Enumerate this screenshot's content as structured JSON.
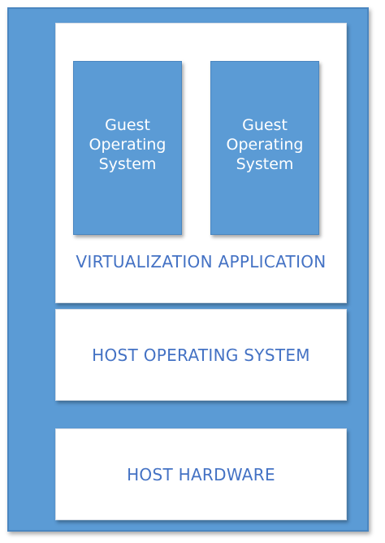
{
  "diagram": {
    "guests": [
      {
        "lines": [
          "Guest",
          "Operating",
          "System"
        ]
      },
      {
        "lines": [
          "Guest",
          "Operating",
          "System"
        ]
      }
    ],
    "virtualization_label": "VIRTUALIZATION APPLICATION",
    "host_os_label": "HOST OPERATING SYSTEM",
    "host_hw_label": "HOST HARDWARE"
  },
  "colors": {
    "frame_blue": "#5b9bd5",
    "label_blue": "#4472c4",
    "layer_white": "#ffffff"
  }
}
